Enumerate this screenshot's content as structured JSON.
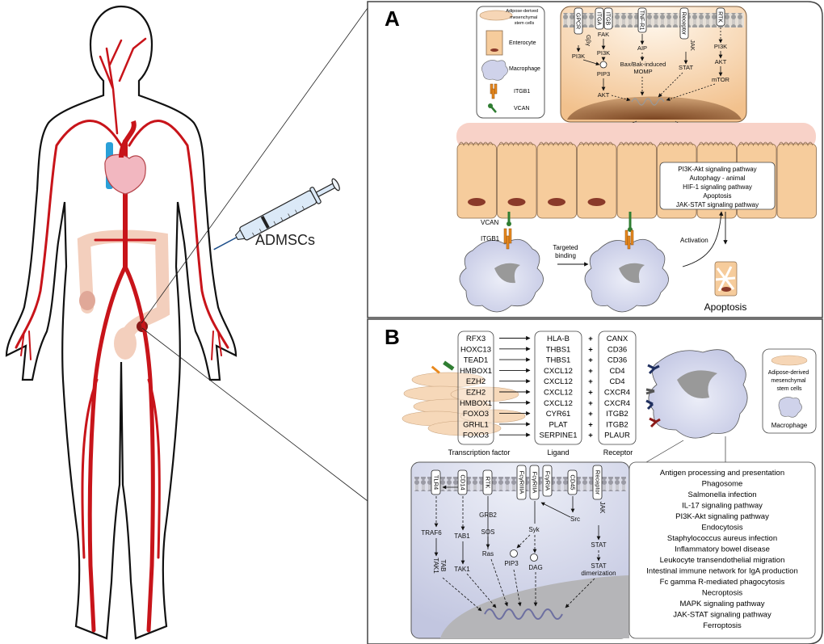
{
  "left": {
    "injection_label": "ADMSCs"
  },
  "panelA": {
    "letter": "A",
    "legend": [
      {
        "icon": "adipose-stem-cell",
        "label_lines": [
          "Adipose-derived",
          "mesenchymal",
          "stem cells"
        ]
      },
      {
        "icon": "enterocyte",
        "label": "Enterocyte"
      },
      {
        "icon": "macrophage",
        "label": "Macrophage"
      },
      {
        "icon": "itgb1-receptor",
        "label": "ITGB1"
      },
      {
        "icon": "vcan-ligand",
        "label": "VCAN"
      }
    ],
    "pathway_cell": {
      "receptors": [
        "GPCR",
        "ITGA",
        "ITGB",
        "TNF-R1",
        "Receptor",
        "RTK"
      ],
      "col_gpcr": [
        "Gβγ",
        "PI3K"
      ],
      "col_integrin": [
        "FAK",
        "PI3K",
        "PIP3",
        "AKT"
      ],
      "col_tnf": [
        "AIP",
        "Bax/Bak-induced",
        "MOMP"
      ],
      "col_jak": [
        "JAK",
        "STAT"
      ],
      "col_rtk": [
        "PI3K",
        "AKT",
        "mTOR"
      ]
    },
    "pathways": [
      "PI3K-Akt signaling pathway",
      "Autophagy - animal",
      "HIF-1 signaling pathway",
      "Apoptosis",
      "JAK-STAT signaling pathway"
    ],
    "labels": {
      "vcan": "VCAN",
      "itgb1": "ITGB1",
      "targeted_1": "Targeted",
      "targeted_2": "binding",
      "activation": "Activation",
      "apoptosis": "Apoptosis"
    }
  },
  "panelB": {
    "letter": "B",
    "table": {
      "rows": [
        {
          "tf": "RFX3",
          "ligand": "HLA-B",
          "receptor": "CANX"
        },
        {
          "tf": "HOXC13",
          "ligand": "THBS1",
          "receptor": "CD36"
        },
        {
          "tf": "TEAD1",
          "ligand": "THBS1",
          "receptor": "CD36"
        },
        {
          "tf": "HMBOX1",
          "ligand": "CXCL12",
          "receptor": "CD4"
        },
        {
          "tf": "EZH2",
          "ligand": "CXCL12",
          "receptor": "CD4"
        },
        {
          "tf": "EZH2",
          "ligand": "CXCL12",
          "receptor": "CXCR4"
        },
        {
          "tf": "HMBOX1",
          "ligand": "CXCL12",
          "receptor": "CXCR4"
        },
        {
          "tf": "FOXO3",
          "ligand": "CYR61",
          "receptor": "ITGB2"
        },
        {
          "tf": "GRHL1",
          "ligand": "PLAT",
          "receptor": "ITGB2"
        },
        {
          "tf": "FOXO3",
          "ligand": "SERPINE1",
          "receptor": "PLAUR"
        }
      ],
      "plus": "+",
      "headers": {
        "tf": "Transcription factor",
        "ligand": "Ligand",
        "receptor": "Receptor"
      }
    },
    "legend": {
      "adipose_lines": [
        "Adipose-derived",
        "mesenchymal",
        "stem cells"
      ],
      "macrophage": "Macrophage"
    },
    "signaling": {
      "receptors": [
        "TLR4",
        "CD14",
        "RTK",
        "FcγRIIIA",
        "FcγRIIA",
        "FcγRIA",
        "CD45",
        "Receptor"
      ],
      "nodes": {
        "traf6": "TRAF6",
        "tab": "TAB",
        "tak1_rot": "TAK1",
        "tab1": "TAB1",
        "tak1": "TAK1",
        "grb2": "GRB2",
        "sos": "SOS",
        "ras": "Ras",
        "syk": "Syk",
        "src": "Src",
        "pip3": "PIP3",
        "dag": "DAG",
        "jak": "JAK",
        "stat": "STAT",
        "stat_dim1": "STAT",
        "stat_dim2": "dimerization"
      }
    },
    "pathways": [
      "Antigen processing and presentation",
      "Phagosome",
      "Salmonella infection",
      "IL-17 signaling pathway",
      "PI3K-Akt signaling pathway",
      "Endocytosis",
      "Staphylococcus aureus infection",
      "Inflammatory bowel disease",
      "Leukocyte transendothelial migration",
      "Intestinal immune network for IgA production",
      "Fc gamma R-mediated phagocytosis",
      "Necroptosis",
      "MAPK signaling pathway",
      "JAK-STAT signaling pathway",
      "Ferroptosis"
    ]
  }
}
